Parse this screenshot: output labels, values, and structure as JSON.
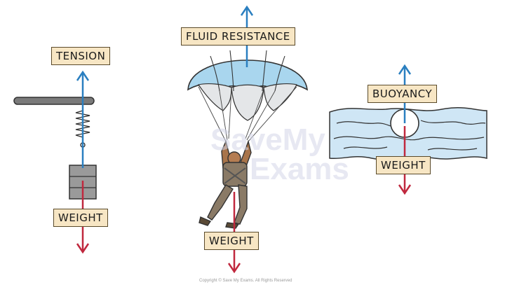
{
  "labels": {
    "tension": "TENSION",
    "weight_spring": "WEIGHT",
    "fluid_resistance": "FLUID RESISTANCE",
    "weight_parachute": "WEIGHT",
    "buoyancy": "BUOYANCY",
    "weight_water": "WEIGHT"
  },
  "watermark": {
    "line1": "SaveMy",
    "line2": "Exams"
  },
  "copyright": "Copyright © Save My Exams. All Rights Reserved",
  "colors": {
    "up_arrow": "#2a7fc0",
    "down_arrow": "#c0283e",
    "label_fill": "#f7e6c4",
    "water": "#cfe6f5",
    "canopy": "#a9d6ee"
  }
}
